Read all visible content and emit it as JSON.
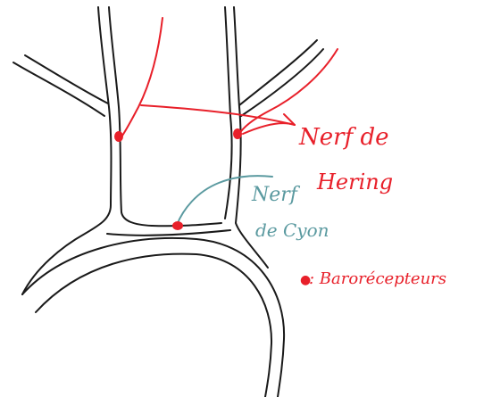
{
  "labels": {
    "hering_line1": "Nerf de",
    "hering_line2": "Hering",
    "cyon_line1": "Nerf",
    "cyon_line2": "de Cyon",
    "legend_symbol": "●",
    "legend_text": ": Barorécepteurs"
  },
  "colors": {
    "hering": "#e8202a",
    "cyon": "#5b9aa0",
    "vessel": "#1a1a1a",
    "receptor": "#e8202a"
  }
}
